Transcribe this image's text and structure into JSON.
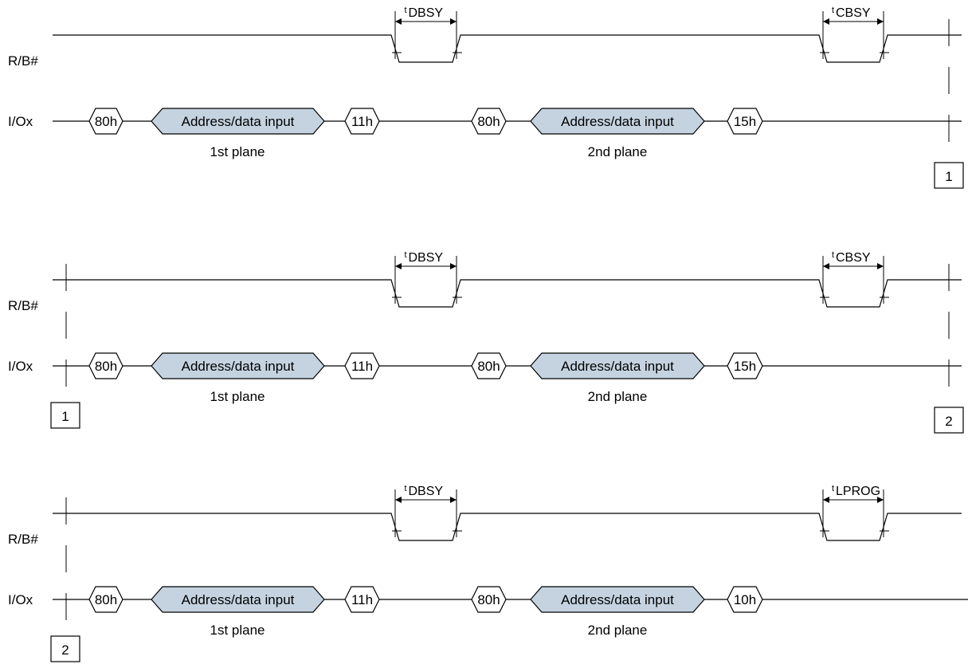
{
  "colors": {
    "address_fill": "#c5d3e0",
    "line": "#000000",
    "background": "#ffffff"
  },
  "rows": [
    {
      "signal_rb": "R/B#",
      "signal_io": "I/Ox",
      "timing1": {
        "sup": "t",
        "name": "DBSY"
      },
      "timing2": {
        "sup": "t",
        "name": "CBSY"
      },
      "cmd_a": "80h",
      "addr_a": "Address/data input",
      "cmd_a2": "11h",
      "plane_a": "1st plane",
      "cmd_b": "80h",
      "addr_b": "Address/data input",
      "cmd_b2": "15h",
      "plane_b": "2nd plane",
      "left_connector": "",
      "right_connector": "1"
    },
    {
      "signal_rb": "R/B#",
      "signal_io": "I/Ox",
      "timing1": {
        "sup": "t",
        "name": "DBSY"
      },
      "timing2": {
        "sup": "t",
        "name": "CBSY"
      },
      "cmd_a": "80h",
      "addr_a": "Address/data input",
      "cmd_a2": "11h",
      "plane_a": "1st plane",
      "cmd_b": "80h",
      "addr_b": "Address/data input",
      "cmd_b2": "15h",
      "plane_b": "2nd plane",
      "left_connector": "1",
      "right_connector": "2"
    },
    {
      "signal_rb": "R/B#",
      "signal_io": "I/Ox",
      "timing1": {
        "sup": "t",
        "name": "DBSY"
      },
      "timing2": {
        "sup": "t",
        "name": "LPROG"
      },
      "cmd_a": "80h",
      "addr_a": "Address/data input",
      "cmd_a2": "11h",
      "plane_a": "1st plane",
      "cmd_b": "80h",
      "addr_b": "Address/data input",
      "cmd_b2": "10h",
      "plane_b": "2nd plane",
      "left_connector": "2",
      "right_connector": ""
    }
  ]
}
